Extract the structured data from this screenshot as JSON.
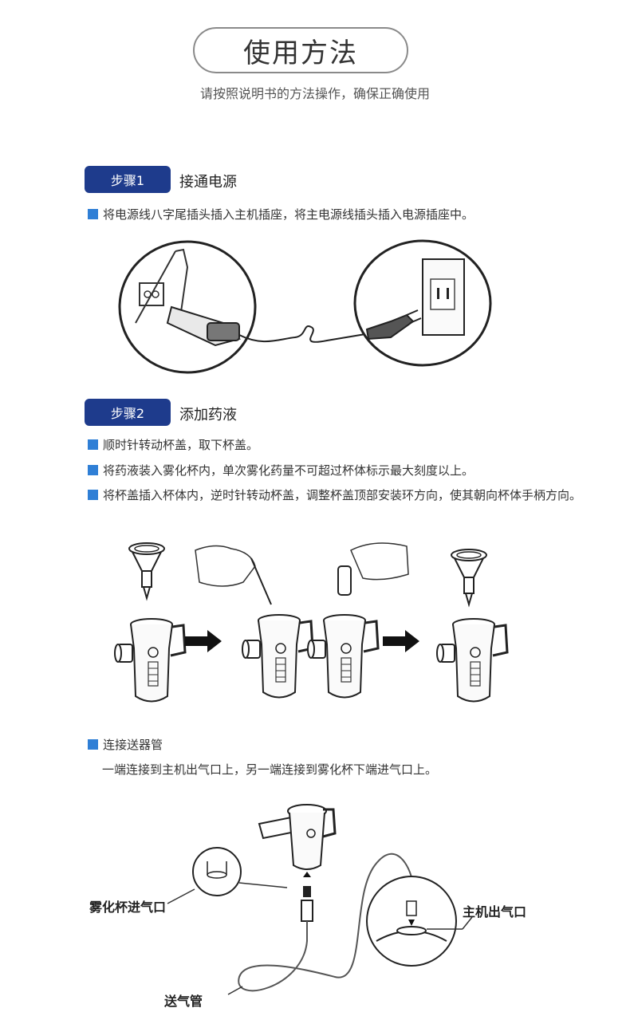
{
  "header": {
    "title": "使用方法",
    "subtitle": "请按照说明书的方法操作，确保正确使用"
  },
  "step1": {
    "badge": "步骤1",
    "title": "接通电源",
    "bullets": [
      "将电源线八字尾插头插入主机插座，将主电源线插头插入电源插座中。"
    ]
  },
  "step2": {
    "badge": "步骤2",
    "title": "添加药液",
    "bullets": [
      "顺时针转动杯盖，取下杯盖。",
      "将药液装入雾化杯内，单次雾化药量不可超过杯体标示最大刻度以上。",
      "将杯盖插入杯体内，逆时针转动杯盖，调整杯盖顶部安装环方向，使其朝向杯体手柄方向。"
    ]
  },
  "connect": {
    "heading": "连接送器管",
    "description": "一端连接到主机出气口上，另一端连接到雾化杯下端进气口上。",
    "labels": {
      "cup_inlet": "雾化杯进气口",
      "host_outlet": "主机出气口",
      "tube": "送气管"
    }
  },
  "colors": {
    "badge_bg": "#1e3b8c",
    "bullet_square": "#2f7fd6",
    "pill_border": "#8a8a8a"
  }
}
